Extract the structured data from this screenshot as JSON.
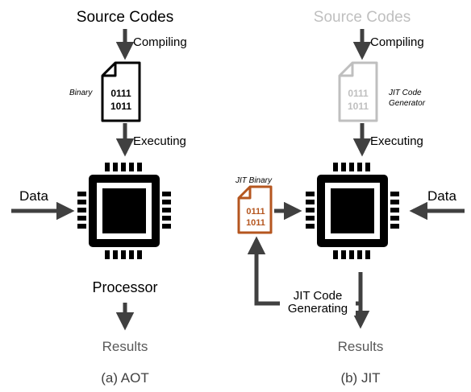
{
  "colors": {
    "dark": "#000000",
    "arrow": "#404040",
    "light_gray": "#bfbfbf",
    "results_gray": "#595959",
    "jit_binary": "#b5561f"
  },
  "icons": {
    "file": "file-icon",
    "chip": "processor-chip-icon"
  },
  "aot": {
    "source_label": "Source Codes",
    "compile_label": "Compiling",
    "binary_label": "Binary",
    "binary_bits_top": "0111",
    "binary_bits_bottom": "1011",
    "execute_label": "Executing",
    "data_label": "Data",
    "processor_label": "Processor",
    "results_label": "Results",
    "caption": "(a) AOT"
  },
  "jit": {
    "source_label": "Source Codes",
    "compile_label": "Compiling",
    "generator_label_line1": "JIT Code",
    "generator_label_line2": "Generator",
    "generator_bits_top": "0111",
    "generator_bits_bottom": "1011",
    "execute_label": "Executing",
    "binary_label": "JIT Binary",
    "binary_bits_top": "0111",
    "binary_bits_bottom": "1011",
    "data_label": "Data",
    "generating_label_line1": "JIT Code",
    "generating_label_line2": "Generating",
    "results_label": "Results",
    "caption": "(b) JIT"
  }
}
